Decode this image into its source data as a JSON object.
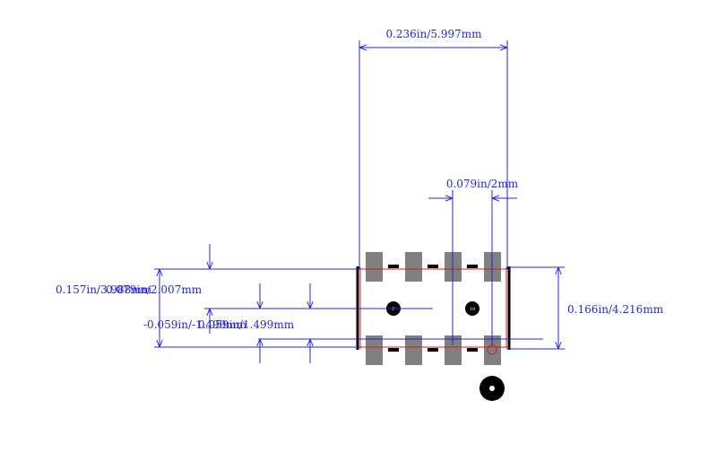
{
  "colors": {
    "dimension": "#2424e0",
    "pad": "#808080",
    "body_outline": "#000000",
    "courtyard": "#d02020",
    "background": "#ffffff"
  },
  "labels": {
    "top_width": "0.236in/5.997mm",
    "pitch": "0.079in/2mm",
    "right_height": "0.166in/4.216mm",
    "left_upper_a": "0.157in/3.988mm",
    "left_upper_b": "0.079in/2.007mm",
    "left_lower_a": "-0.059in/-1.499mm",
    "left_lower_b": "0.059in/1.499mm"
  },
  "holes": {
    "pin1": "P",
    "pin2": "10"
  },
  "icons": [
    "pin1-marker-icon",
    "dimension-arrow-icon"
  ]
}
